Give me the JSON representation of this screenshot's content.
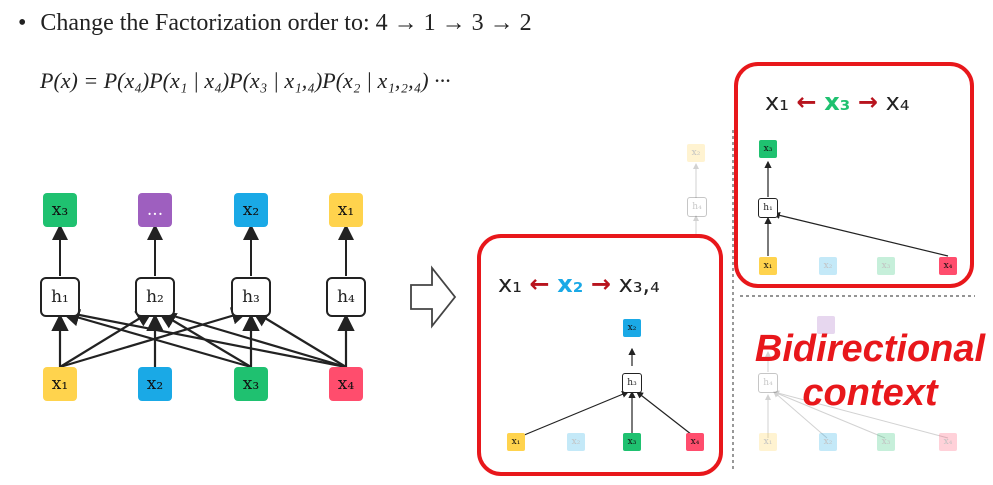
{
  "bullet": {
    "symbol": "•",
    "text": "Change the Factorization order to: 4 → 1 → 3 → 2"
  },
  "formula": "P(x) = P(x₄)P(x₁ | x₄)P(x₃ | x₁,₄)P(x₂ | x₁,₂,₄) ···",
  "left_diagram": {
    "outputs": [
      "x₃",
      "...",
      "x₂",
      "x₁"
    ],
    "hidden": [
      "h₁",
      "h₂",
      "h₃",
      "h₄"
    ],
    "inputs": [
      "x₁",
      "x₂",
      "x₃",
      "x₄"
    ]
  },
  "middle_panel": {
    "label_left": "x₁",
    "label_center": "x₂",
    "label_right": "x₃,₄",
    "arrow_left": "←",
    "arrow_right": "→",
    "output": "x₂",
    "hidden": "h₃",
    "inputs": [
      "x₁",
      "x₂",
      "x₃",
      "x₄"
    ]
  },
  "right_top_panel": {
    "label_left": "x₁",
    "label_center": "x₃",
    "label_right": "x₄",
    "arrow_left": "←",
    "arrow_right": "→",
    "output": "x₃",
    "hidden": "h₁",
    "inputs": [
      "x₁",
      "x₂",
      "x₃",
      "x₄"
    ]
  },
  "faded_top": {
    "output": "x₂",
    "hidden": "h₄"
  },
  "faded_bottom": {
    "hidden": "h₄",
    "inputs": [
      "x₁",
      "x₂",
      "x₃",
      "x₄"
    ]
  },
  "bidirectional_text": [
    "Bidirectional",
    "context"
  ],
  "colors": {
    "green": "#1fc170",
    "purple": "#9e5fbf",
    "blue": "#1aa9e6",
    "yellow": "#ffd34d",
    "red": "#ff4d6d",
    "highlight": "#e8171b"
  }
}
